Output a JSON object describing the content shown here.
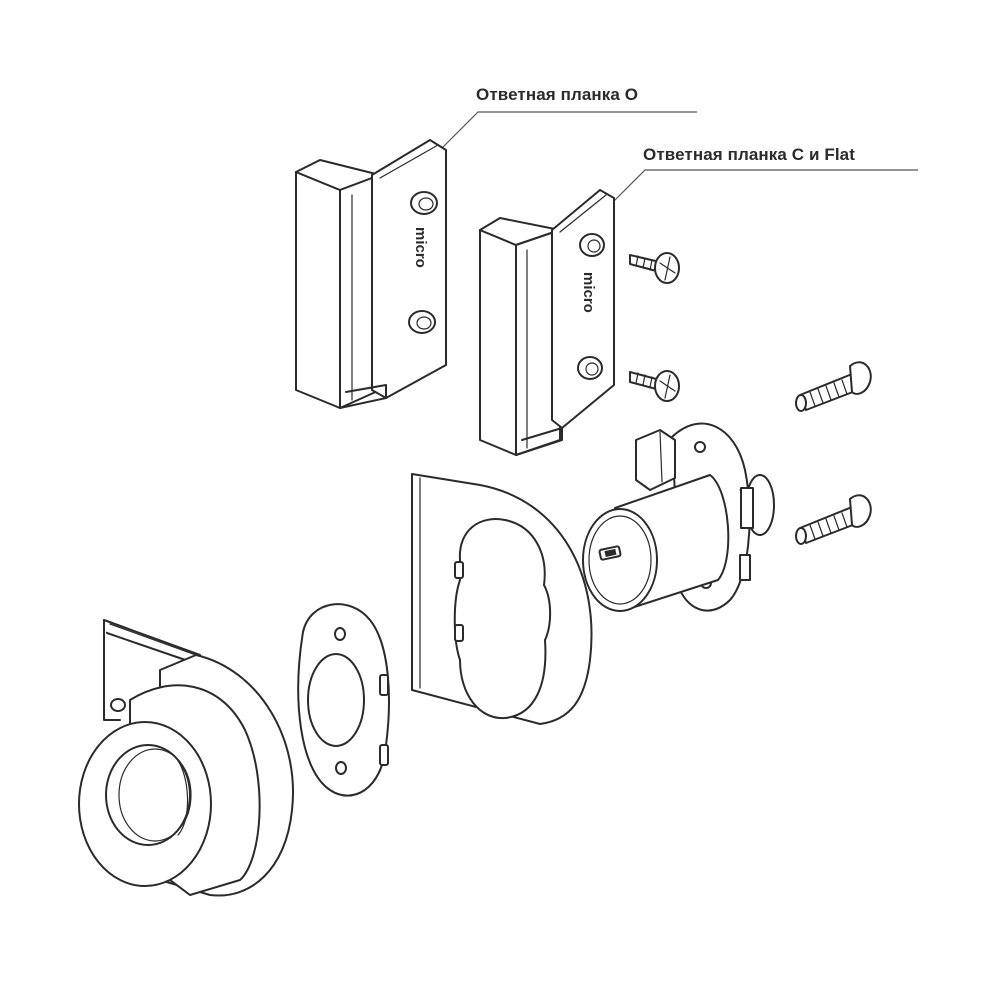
{
  "labels": {
    "strike_o": "Ответная планка O",
    "strike_c_flat": "Ответная планка C и Flat"
  },
  "brand": "micro",
  "colors": {
    "line": "#2b2b2b",
    "background": "#ffffff"
  }
}
